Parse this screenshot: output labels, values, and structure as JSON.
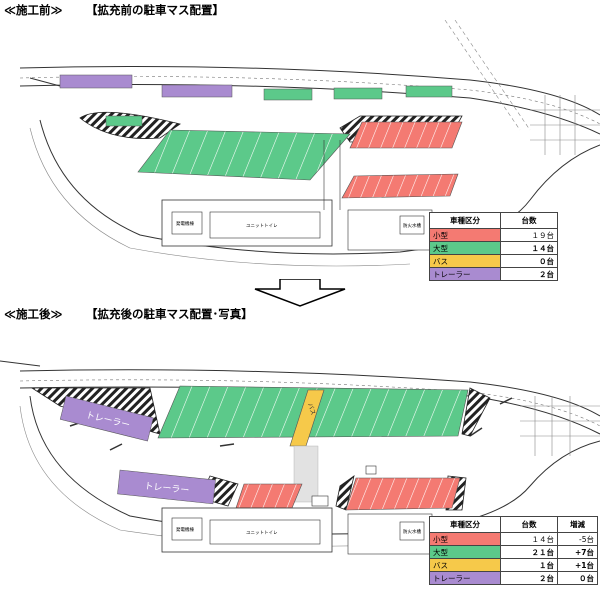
{
  "before": {
    "section_label": "≪施工前≫",
    "section_title": "【拡充前の駐車マス配置】",
    "buildings": {
      "toilet": "ユニットトイレ",
      "generator": "発電機棟",
      "tank": "防火水槽"
    },
    "table": {
      "headers": [
        "車種区分",
        "台数"
      ],
      "rows": [
        {
          "label": "小型",
          "count": "１９台",
          "color": "#f47a72"
        },
        {
          "label": "大型",
          "count": "１４台",
          "color": "#5cc98a"
        },
        {
          "label": "バス",
          "count": "０台",
          "color": "#f6c94a"
        },
        {
          "label": "トレーラー",
          "count": "２台",
          "color": "#a98bd0"
        }
      ]
    }
  },
  "after": {
    "section_label": "≪施工後≫",
    "section_title": "【拡充後の駐車マス配置･写真】",
    "buildings": {
      "toilet": "ユニットトイレ",
      "generator": "発電機棟",
      "tank": "防火水槽"
    },
    "markings": {
      "trailer": "トレーラー",
      "bus": "バス"
    },
    "table": {
      "headers": [
        "車種区分",
        "台数",
        "増減"
      ],
      "rows": [
        {
          "label": "小型",
          "count": "１４台",
          "diff": "-5台",
          "color": "#f47a72"
        },
        {
          "label": "大型",
          "count": "２１台",
          "diff": "+7台",
          "color": "#5cc98a"
        },
        {
          "label": "バス",
          "count": "１台",
          "diff": "+1台",
          "color": "#f6c94a"
        },
        {
          "label": "トレーラー",
          "count": "２台",
          "diff": "０台",
          "color": "#a98bd0"
        }
      ]
    }
  },
  "colors": {
    "small": "#f47a72",
    "large": "#5cc98a",
    "bus": "#f6c94a",
    "trailer": "#a98bd0"
  }
}
